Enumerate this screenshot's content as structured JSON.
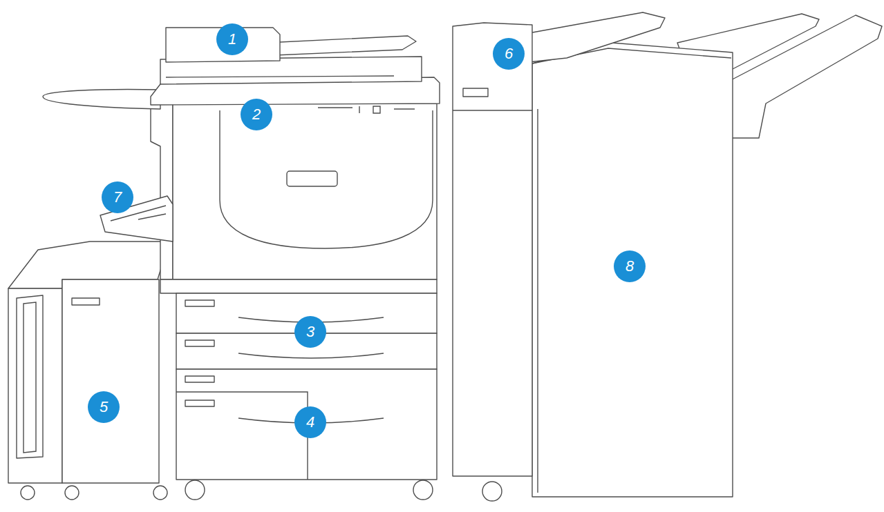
{
  "diagram": {
    "nodes": [
      {
        "text": [
          "1"
        ]
      },
      {
        "text": [
          "2"
        ]
      },
      {
        "text": [
          "3"
        ]
      },
      {
        "text": [
          "4"
        ]
      },
      {
        "text": [
          "5"
        ]
      },
      {
        "text": [
          "6"
        ]
      },
      {
        "text": [
          "7"
        ]
      },
      {
        "text": [
          "8"
        ]
      }
    ]
  }
}
